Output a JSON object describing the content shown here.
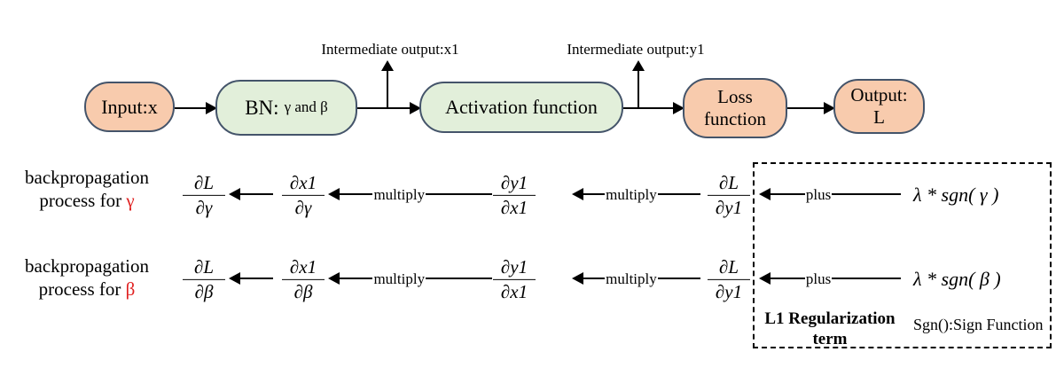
{
  "colors": {
    "orange_fill": "#f8cbad",
    "green_fill": "#e2efda",
    "node_border": "#44546a",
    "param_red": "#e02020"
  },
  "flow": {
    "nodes": [
      {
        "label": "Input:x"
      },
      {
        "label_main": "BN:",
        "label_sub": "γ and β"
      },
      {
        "label": "Activation function"
      },
      {
        "line1": "Loss",
        "line2": "function"
      },
      {
        "line1": "Output:",
        "line2": "L"
      }
    ],
    "intermediate_outputs": [
      {
        "label": "Intermediate output:x1"
      },
      {
        "label": "Intermediate output:y1"
      }
    ]
  },
  "backprop_rows": [
    {
      "title_line1": "backpropagation",
      "title_line2": "process for ",
      "param": "γ",
      "fractions": [
        {
          "num": "∂L",
          "den": "∂γ"
        },
        {
          "num": "∂x1",
          "den": "∂γ"
        },
        {
          "num": "∂y1",
          "den": "∂x1"
        },
        {
          "num": "∂L",
          "den": "∂y1"
        }
      ],
      "arrow1_label": "multiply",
      "arrow2_label": "multiply",
      "arrow3_label": "plus",
      "reg_term": "λ * sgn( γ )"
    },
    {
      "title_line1": "backpropagation",
      "title_line2": "process for ",
      "param": "β",
      "fractions": [
        {
          "num": "∂L",
          "den": "∂β"
        },
        {
          "num": "∂x1",
          "den": "∂β"
        },
        {
          "num": "∂y1",
          "den": "∂x1"
        },
        {
          "num": "∂L",
          "den": "∂y1"
        }
      ],
      "arrow1_label": "multiply",
      "arrow2_label": "multiply",
      "arrow3_label": "plus",
      "reg_term": "λ * sgn( β )"
    }
  ],
  "regularization_box": {
    "title_line1": "L1 Regularization",
    "title_line2": "term",
    "note": "Sgn():Sign Function"
  }
}
